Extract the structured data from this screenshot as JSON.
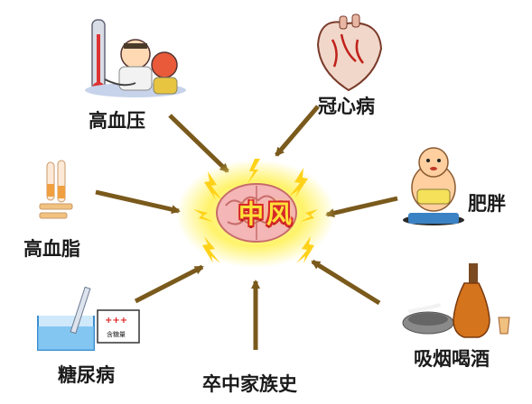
{
  "center": {
    "label": "中风"
  },
  "risk_factors": [
    {
      "id": "hypertension",
      "label": "高血压",
      "icon": "blood-pressure-doctor-illustration"
    },
    {
      "id": "coronary",
      "label": "冠心病",
      "icon": "heart-illustration"
    },
    {
      "id": "hyperlipidemia",
      "label": "高血脂",
      "icon": "test-tube-rack-illustration"
    },
    {
      "id": "obesity",
      "label": "肥胖",
      "icon": "overweight-person-on-scale-illustration"
    },
    {
      "id": "diabetes",
      "label": "糖尿病",
      "icon": "urine-test-strip-illustration"
    },
    {
      "id": "family_history",
      "label": "卒中家族史",
      "icon": ""
    },
    {
      "id": "smoking_drinking",
      "label": "吸烟喝酒",
      "icon": "ashtray-and-liquor-bottle-illustration"
    }
  ],
  "diabetes_sign": {
    "plus": "+++",
    "caption": "含糖量"
  },
  "colors": {
    "arrow": "#7a5a1c",
    "center_text": "#ffe23a",
    "center_outline": "#d8282a",
    "burst": "#fff36a",
    "lightning": "#ffd21a"
  }
}
